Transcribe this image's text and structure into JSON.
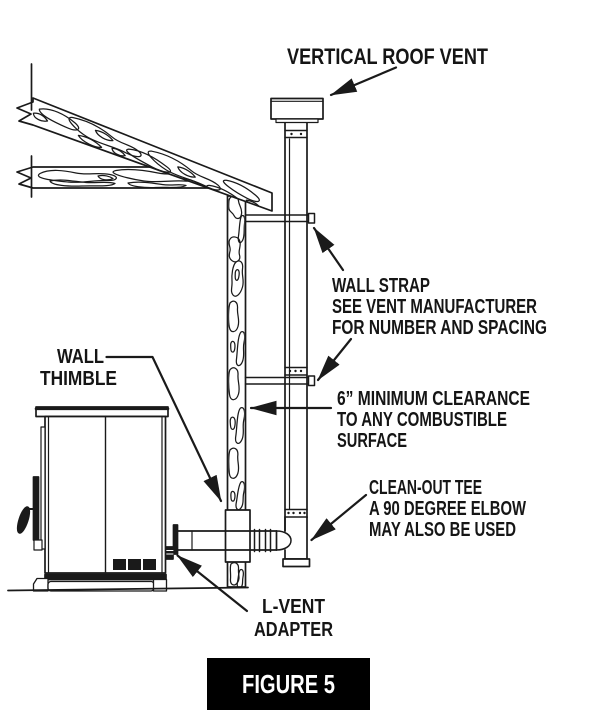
{
  "figure": {
    "caption": "FIGURE 5",
    "caption_bg": "#000000",
    "caption_color": "#ffffff"
  },
  "colors": {
    "ink": "#1a1a1a",
    "background": "#ffffff"
  },
  "annotations": {
    "roof_vent": {
      "lines": [
        "VERTICAL ROOF VENT"
      ]
    },
    "wall_strap": {
      "lines": [
        "WALL STRAP",
        "SEE VENT MANUFACTURER",
        "FOR NUMBER AND SPACING"
      ]
    },
    "clearance": {
      "lines": [
        "6” MINIMUM CLEARANCE",
        "TO ANY COMBUSTIBLE",
        "SURFACE"
      ]
    },
    "cleanout": {
      "lines": [
        "CLEAN-OUT TEE",
        "A 90 DEGREE ELBOW",
        "MAY ALSO BE USED"
      ]
    },
    "thimble": {
      "lines": [
        "WALL",
        "THIMBLE"
      ]
    },
    "lvent": {
      "lines": [
        "L-VENT",
        "ADAPTER"
      ]
    }
  }
}
